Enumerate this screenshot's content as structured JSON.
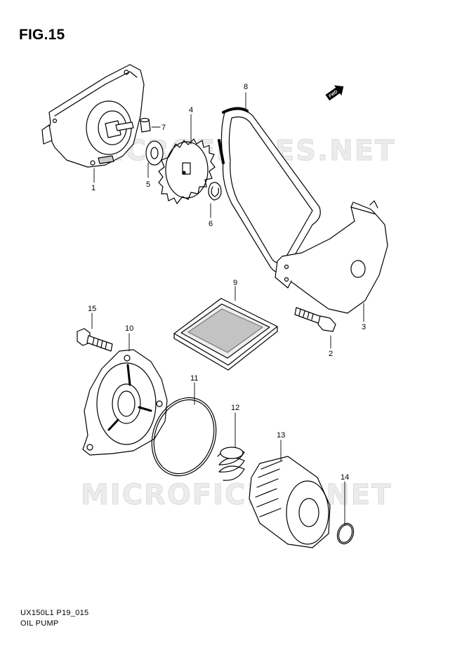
{
  "figure": {
    "title": "FIG.15",
    "model_code": "UX150L1 P19_015",
    "diagram_name": "OIL PUMP"
  },
  "watermark": "MICROFICHES.NET",
  "fwd_marker": "FWD",
  "callouts": {
    "p1": "1",
    "p2": "2",
    "p3": "3",
    "p4": "4",
    "p5": "5",
    "p6": "6",
    "p7": "7",
    "p8": "8",
    "p9": "9",
    "p10": "10",
    "p11": "11",
    "p12": "12",
    "p13": "13",
    "p14": "14",
    "p15": "15"
  },
  "colors": {
    "line": "#000000",
    "background": "#ffffff",
    "watermark": "#e6e6e6"
  }
}
